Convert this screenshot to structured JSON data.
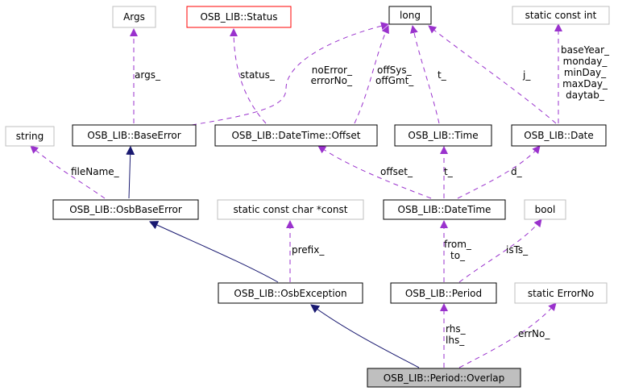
{
  "nodes": {
    "args": "Args",
    "status": "OSB_LIB::Status",
    "long": "long",
    "static_int": "static const int",
    "string": "string",
    "base_error": "OSB_LIB::BaseError",
    "offset": "OSB_LIB::DateTime::Offset",
    "time": "OSB_LIB::Time",
    "date": "OSB_LIB::Date",
    "osb_base_error": "OSB_LIB::OsbBaseError",
    "static_char": "static const char *const",
    "datetime": "OSB_LIB::DateTime",
    "bool": "bool",
    "osb_exception": "OSB_LIB::OsbException",
    "period": "OSB_LIB::Period",
    "static_errorno": "static ErrorNo",
    "overlap": "OSB_LIB::Period::Overlap"
  },
  "edge_labels": {
    "args": [
      "args_"
    ],
    "status": [
      "status_"
    ],
    "noerror": [
      "noError_",
      "errorNo_"
    ],
    "offsys": [
      "offSys_",
      "offGmt_"
    ],
    "time_t": [
      "t_"
    ],
    "date_j": [
      "j_"
    ],
    "static_int": [
      "baseYear_",
      "monday_",
      "minDay_",
      "maxDay_",
      "daytab_"
    ],
    "filename": [
      "fileName_"
    ],
    "offset": [
      "offset_"
    ],
    "datetime_t": [
      "t_"
    ],
    "date_d": [
      "d_"
    ],
    "prefix": [
      "prefix_"
    ],
    "from_to": [
      "from_",
      "to_"
    ],
    "is_ts": [
      "isTs_"
    ],
    "rhs_lhs": [
      "rhs_",
      "lhs_"
    ],
    "err_no": [
      "errNo_"
    ]
  },
  "colors": {
    "usage_edge": "#9a32cd",
    "inherit_edge": "#191970",
    "focus_fill": "#bfbfbf",
    "external_border": "#bfbfbf",
    "undocumented_border": "#ff0000"
  }
}
